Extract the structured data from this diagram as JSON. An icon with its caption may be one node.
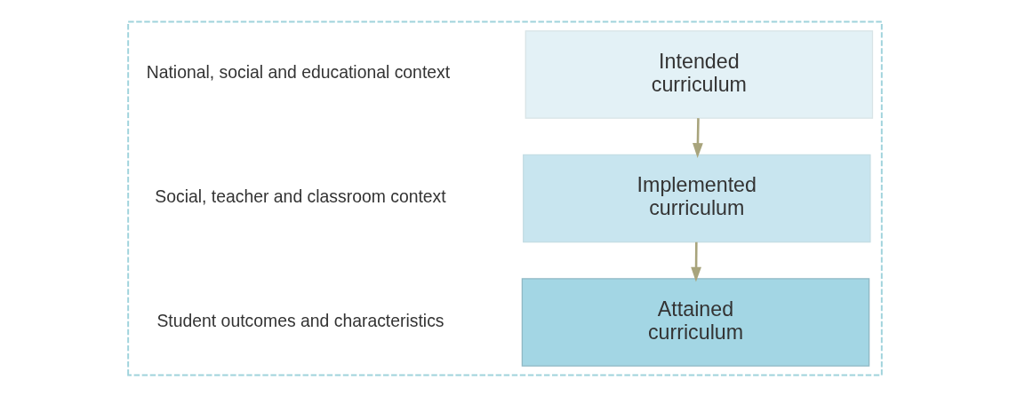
{
  "diagram": {
    "nodes": [
      {
        "text": [],
        "shape": "box"
      },
      {
        "text": [
          "Intended curriculum"
        ],
        "in": 0
      },
      {
        "text": [
          "Implemented curriculum"
        ],
        "in": 0
      },
      {
        "text": [
          "Attained curriculum"
        ],
        "in": 0
      }
    ],
    "edges": [
      {
        "from": 1,
        "to": 2,
        "arrow": "to"
      },
      {
        "from": 2,
        "to": 3,
        "arrow": "to"
      }
    ],
    "labels": [
      "National, social and educational context",
      "Social, teacher and classroom context",
      "Student outcomes and characteristics"
    ]
  }
}
